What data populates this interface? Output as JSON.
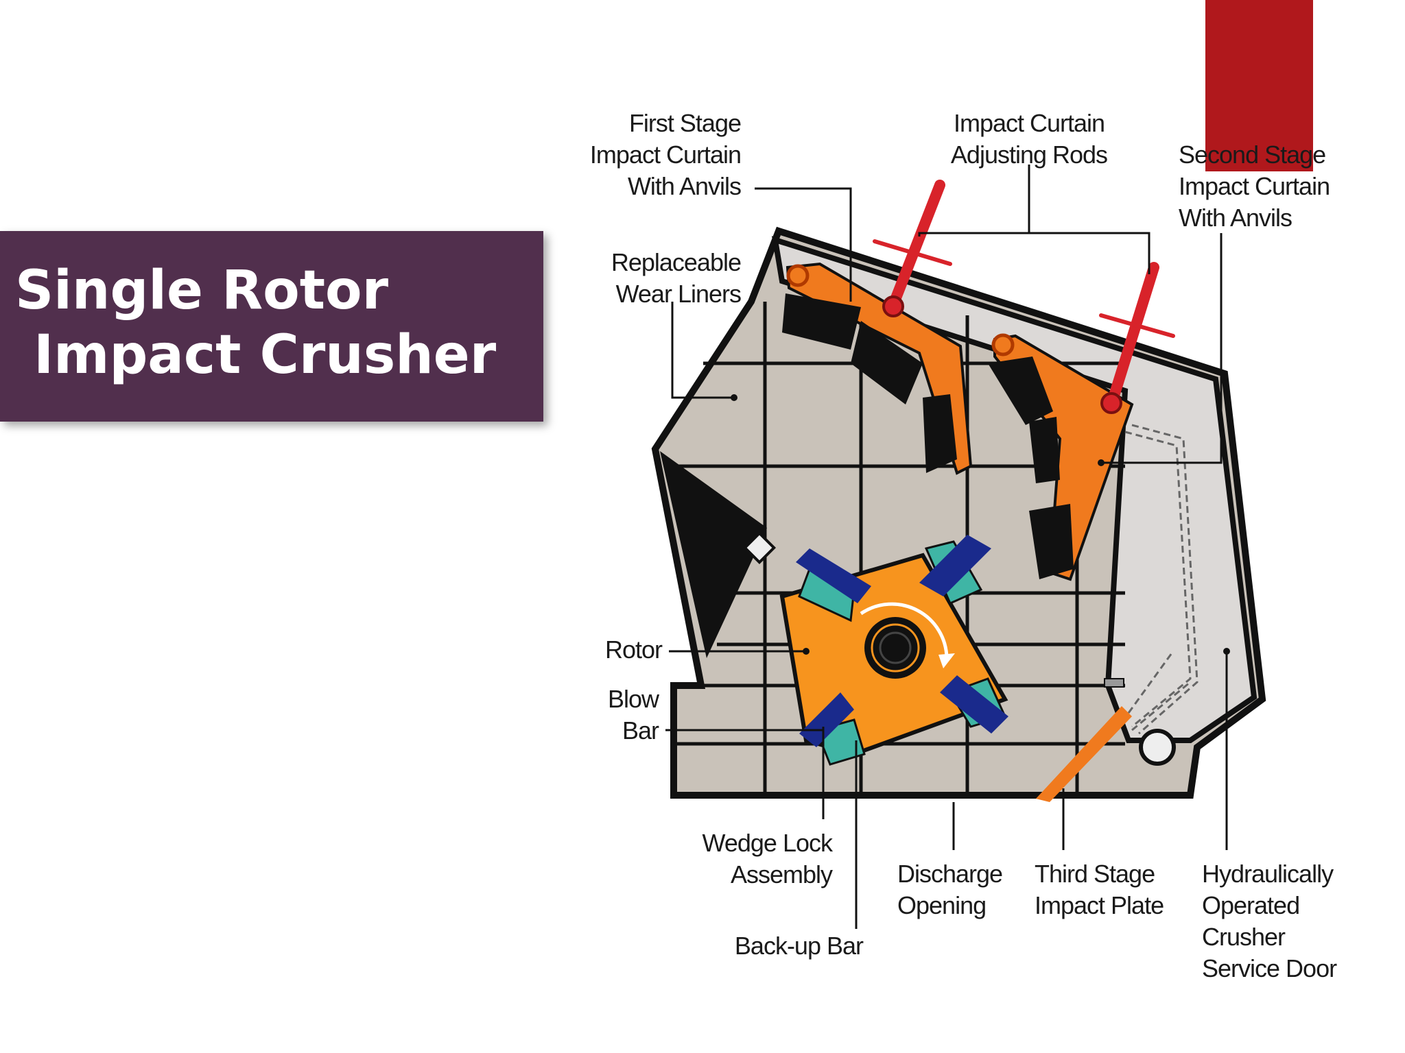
{
  "slide": {
    "title_line1": "Single Rotor",
    "title_line2": " Impact Crusher",
    "title_bg_color": "#512f4d",
    "accent_color": "#b0181c"
  },
  "diagram": {
    "labels": {
      "first_stage_1": "First Stage",
      "first_stage_2": "Impact Curtain",
      "first_stage_3": "With Anvils",
      "adjusting_1": "Impact Curtain",
      "adjusting_2": "Adjusting Rods",
      "second_stage_1": "Second Stage",
      "second_stage_2": "Impact Curtain",
      "second_stage_3": "With Anvils",
      "liners_1": "Replaceable",
      "liners_2": "Wear Liners",
      "rotor": "Rotor",
      "blow_bar_1": "Blow",
      "blow_bar_2": "Bar",
      "wedge_1": "Wedge Lock",
      "wedge_2": "Assembly",
      "backup": "Back-up Bar",
      "discharge_1": "Discharge",
      "discharge_2": "Opening",
      "third_stage_1": "Third Stage",
      "third_stage_2": "Impact Plate",
      "door_1": "Hydraulically",
      "door_2": "Operated",
      "door_3": "Crusher",
      "door_4": "Service Door"
    },
    "colors": {
      "housing": "#c9c2b9",
      "door": "#dcd9d7",
      "curtain": "#f07a1e",
      "rotor": "#f7941e",
      "blow_bar": "#1a2a8c",
      "backup_bar": "#3fb5a5",
      "rod": "#d8232a"
    }
  }
}
